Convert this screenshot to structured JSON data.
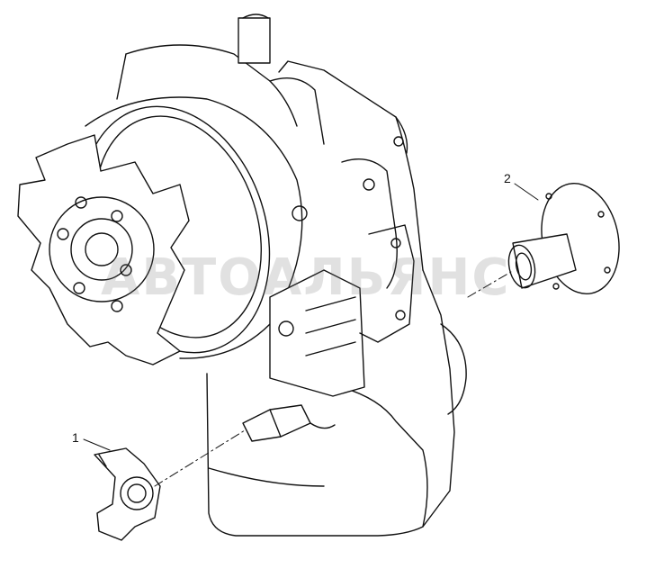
{
  "figure": {
    "callouts": [
      {
        "id": "1",
        "label": "1"
      },
      {
        "id": "2",
        "label": "2"
      }
    ],
    "watermark": "АВТОАЛЬЯНС"
  }
}
